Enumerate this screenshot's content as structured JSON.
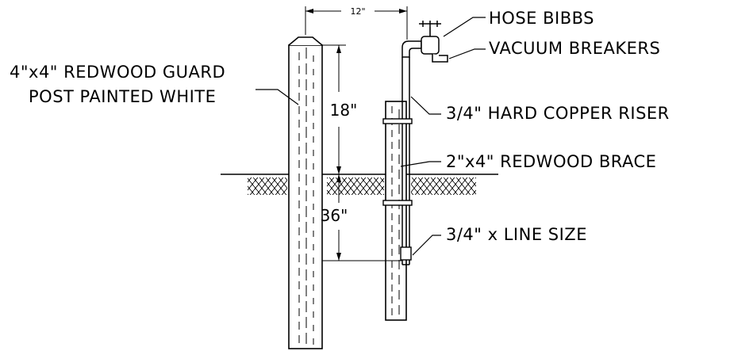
{
  "labels": {
    "hose_bibbs": "HOSE BIBBS",
    "vacuum_breakers": "VACUUM BREAKERS",
    "guard_post_line1": "4\"x4\" REDWOOD GUARD",
    "guard_post_line2": "POST PAINTED WHITE",
    "copper_riser": "3/4\" HARD COPPER RISER",
    "redwood_brace": "2\"x4\" REDWOOD BRACE",
    "line_size": "3/4\" x LINE SIZE"
  },
  "dimensions": {
    "spacing": "12\"",
    "above_grade": "18\"",
    "below_grade": "36\""
  },
  "colors": {
    "line": "#000000",
    "background": "#ffffff"
  }
}
